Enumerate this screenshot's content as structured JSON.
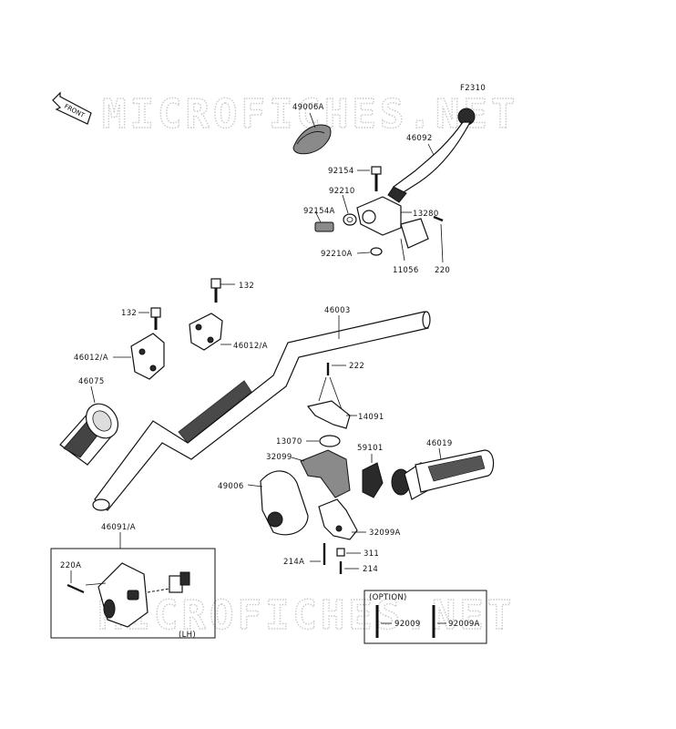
{
  "diagram_code": "F2310",
  "watermark": "MICROFICHES.NET",
  "front_arrow_label": "FRONT",
  "option_label": "(OPTION)",
  "lh_label": "(LH)",
  "parts": {
    "p49006A": "49006A",
    "p46092": "46092",
    "p92154": "92154",
    "p92210": "92210",
    "p92154A": "92154A",
    "p13280": "13280",
    "p92210A": "92210A",
    "p11056": "11056",
    "p220": "220",
    "p132_top": "132",
    "p132_left": "132",
    "p46003": "46003",
    "p46012A_left": "46012/A",
    "p46012A_right": "46012/A",
    "p46075": "46075",
    "p222": "222",
    "p14091": "14091",
    "p13070": "13070",
    "p59101": "59101",
    "p46019": "46019",
    "p32099": "32099",
    "p49006": "49006",
    "p32099A": "32099A",
    "p311": "311",
    "p214A": "214A",
    "p214": "214",
    "p46091A": "46091/A",
    "p220A": "220A",
    "p92009": "92009",
    "p92009A": "92009A"
  }
}
